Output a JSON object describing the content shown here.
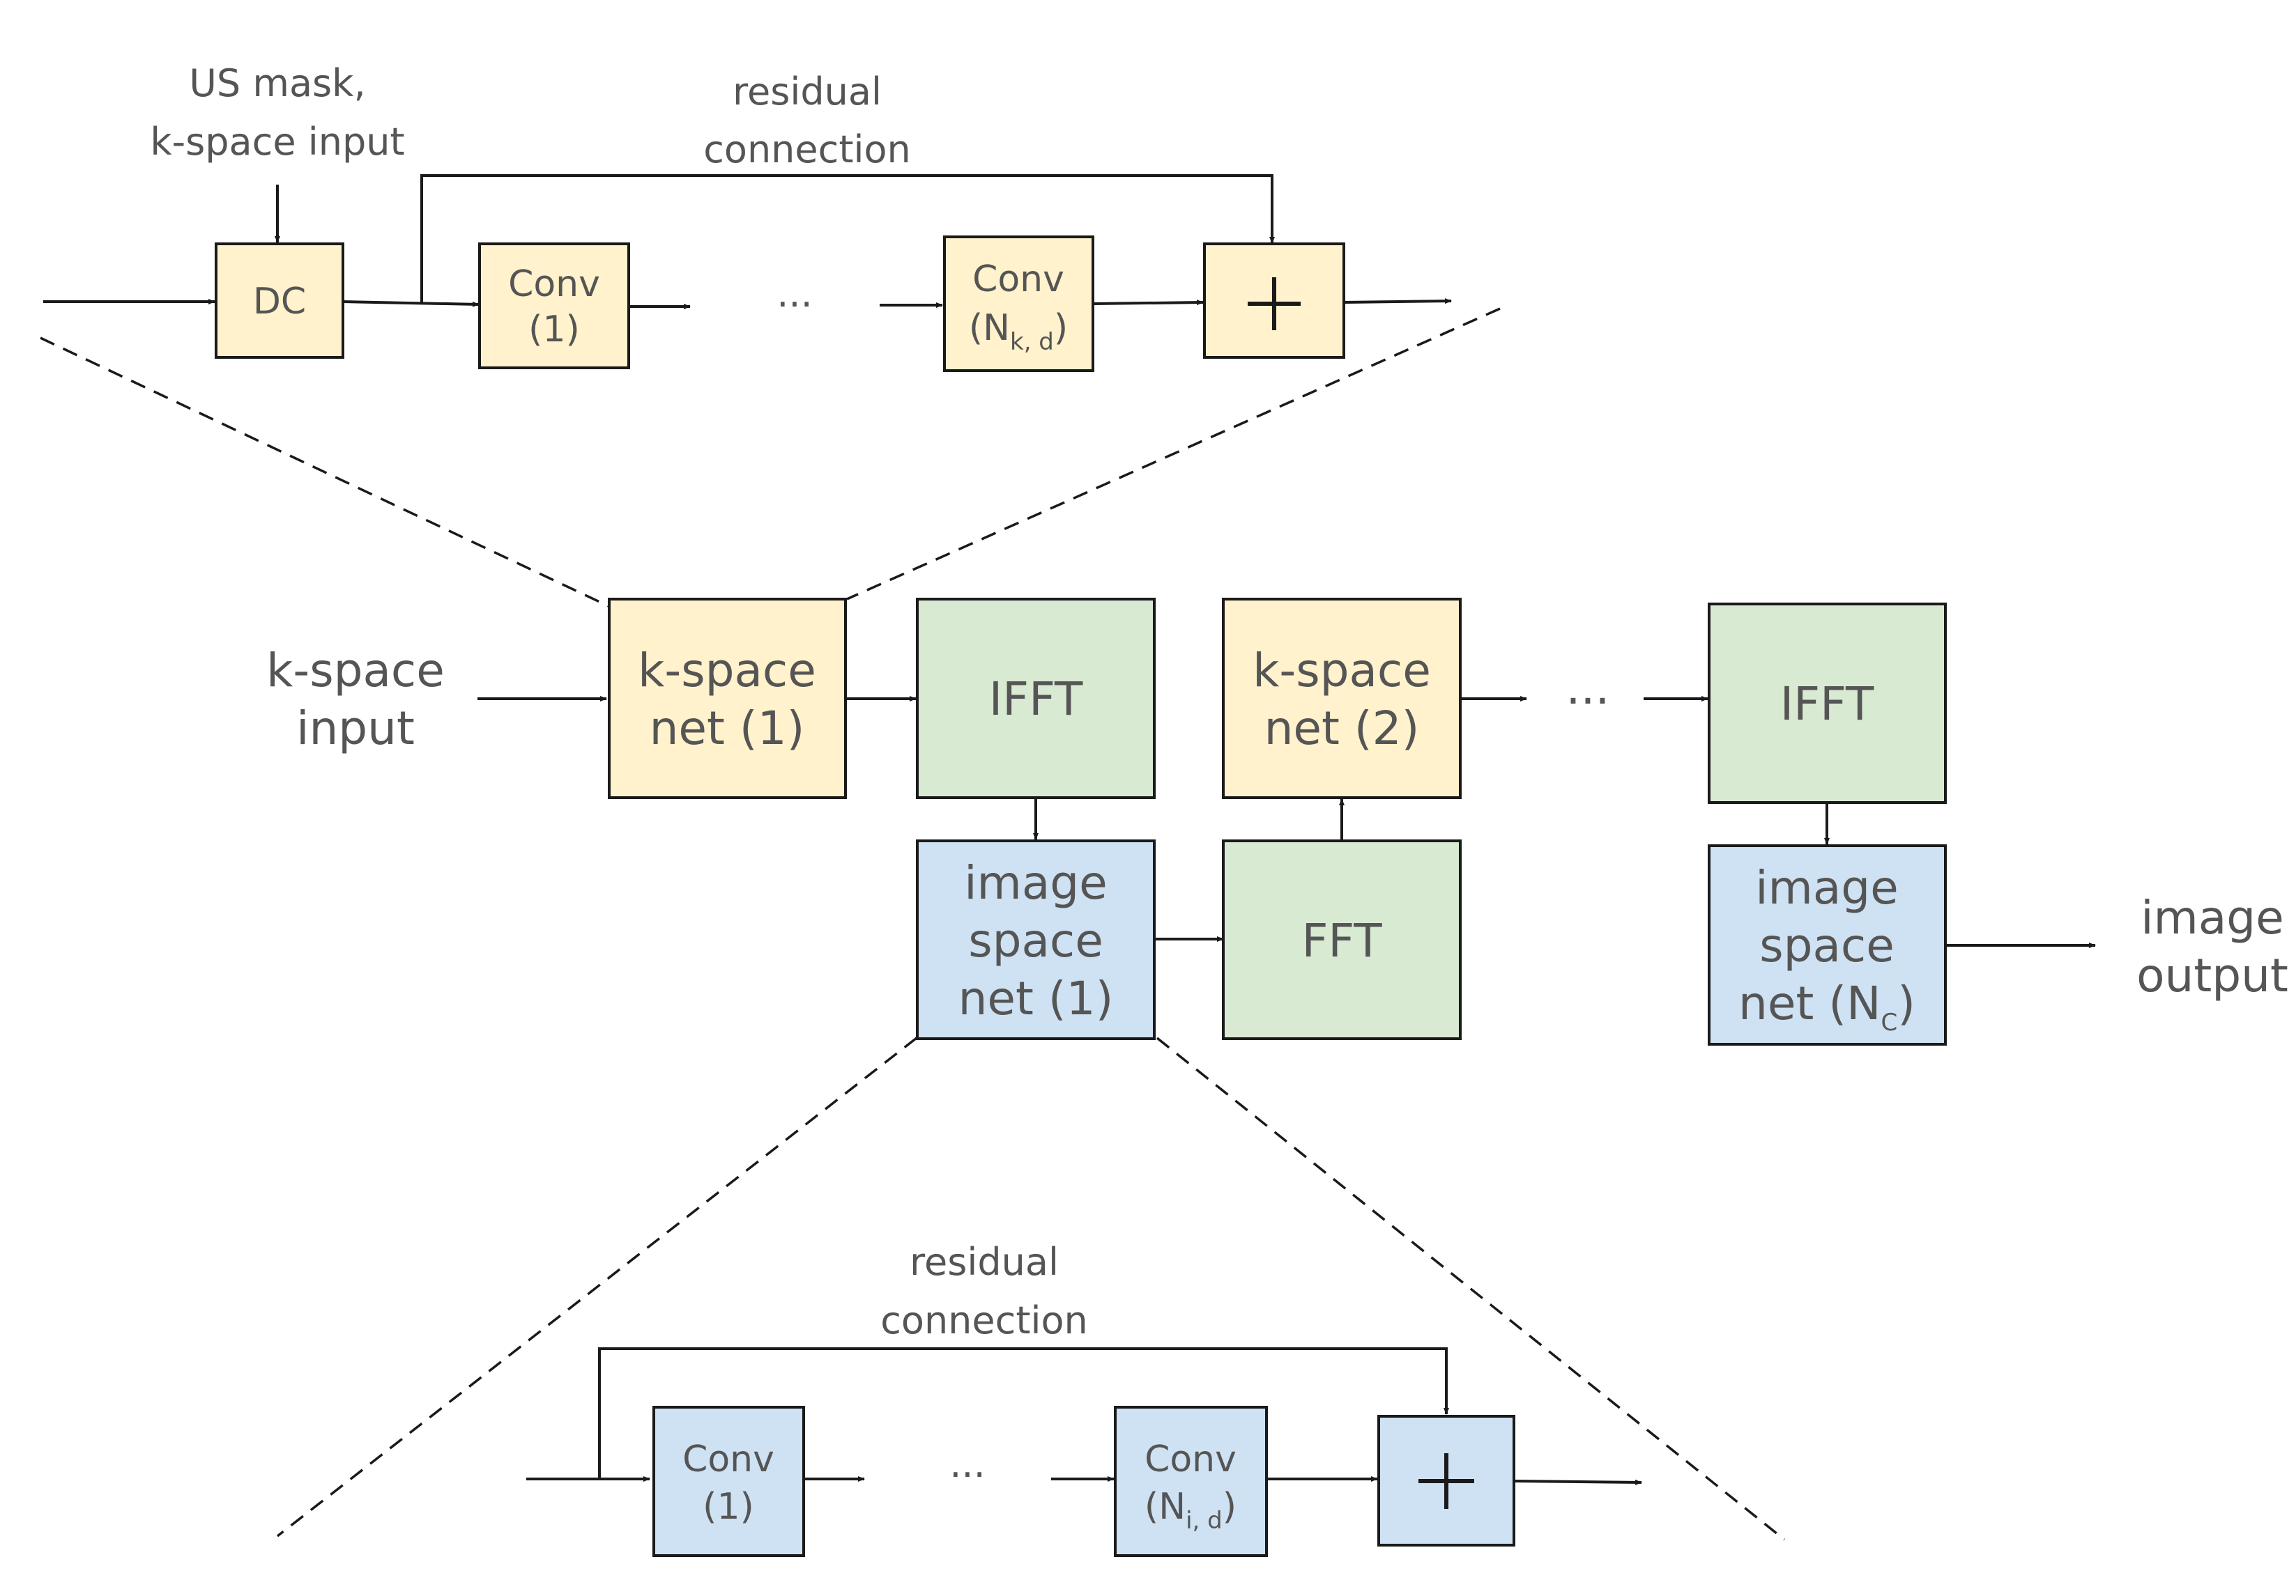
{
  "colors": {
    "kspace": "#FFF2CC",
    "fft": "#D9EAD3",
    "image": "#CFE2F3"
  },
  "top": {
    "input_label_line1": "US mask,",
    "input_label_line2": "k-space input",
    "residual_line1": "residual",
    "residual_line2": "connection",
    "dc": "DC",
    "conv1_line1": "Conv",
    "conv1_line2": "(1)",
    "ellipsis": "...",
    "convN_line1": "Conv",
    "convN_open": "(N",
    "convN_sub": "k, d",
    "convN_close": ")",
    "plus": "+"
  },
  "middle": {
    "input_line1": "k-space",
    "input_line2": "input",
    "knet1_line1": "k-space",
    "knet1_line2": "net (1)",
    "ifft1": "IFFT",
    "knet2_line1": "k-space",
    "knet2_line2": "net (2)",
    "ellipsis": "...",
    "ifft2": "IFFT",
    "inet1_line1": "image",
    "inet1_line2": "space",
    "inet1_line3": "net (1)",
    "fft": "FFT",
    "inetN_line1": "image",
    "inetN_line2": "space",
    "inetN_open": "net (N",
    "inetN_sub": "C",
    "inetN_close": ")",
    "output_line1": "image",
    "output_line2": "output"
  },
  "bottom": {
    "residual_line1": "residual",
    "residual_line2": "connection",
    "conv1_line1": "Conv",
    "conv1_line2": "(1)",
    "ellipsis": "...",
    "convN_line1": "Conv",
    "convN_open": "(N",
    "convN_sub": "i, d",
    "convN_close": ")",
    "plus": "+"
  }
}
